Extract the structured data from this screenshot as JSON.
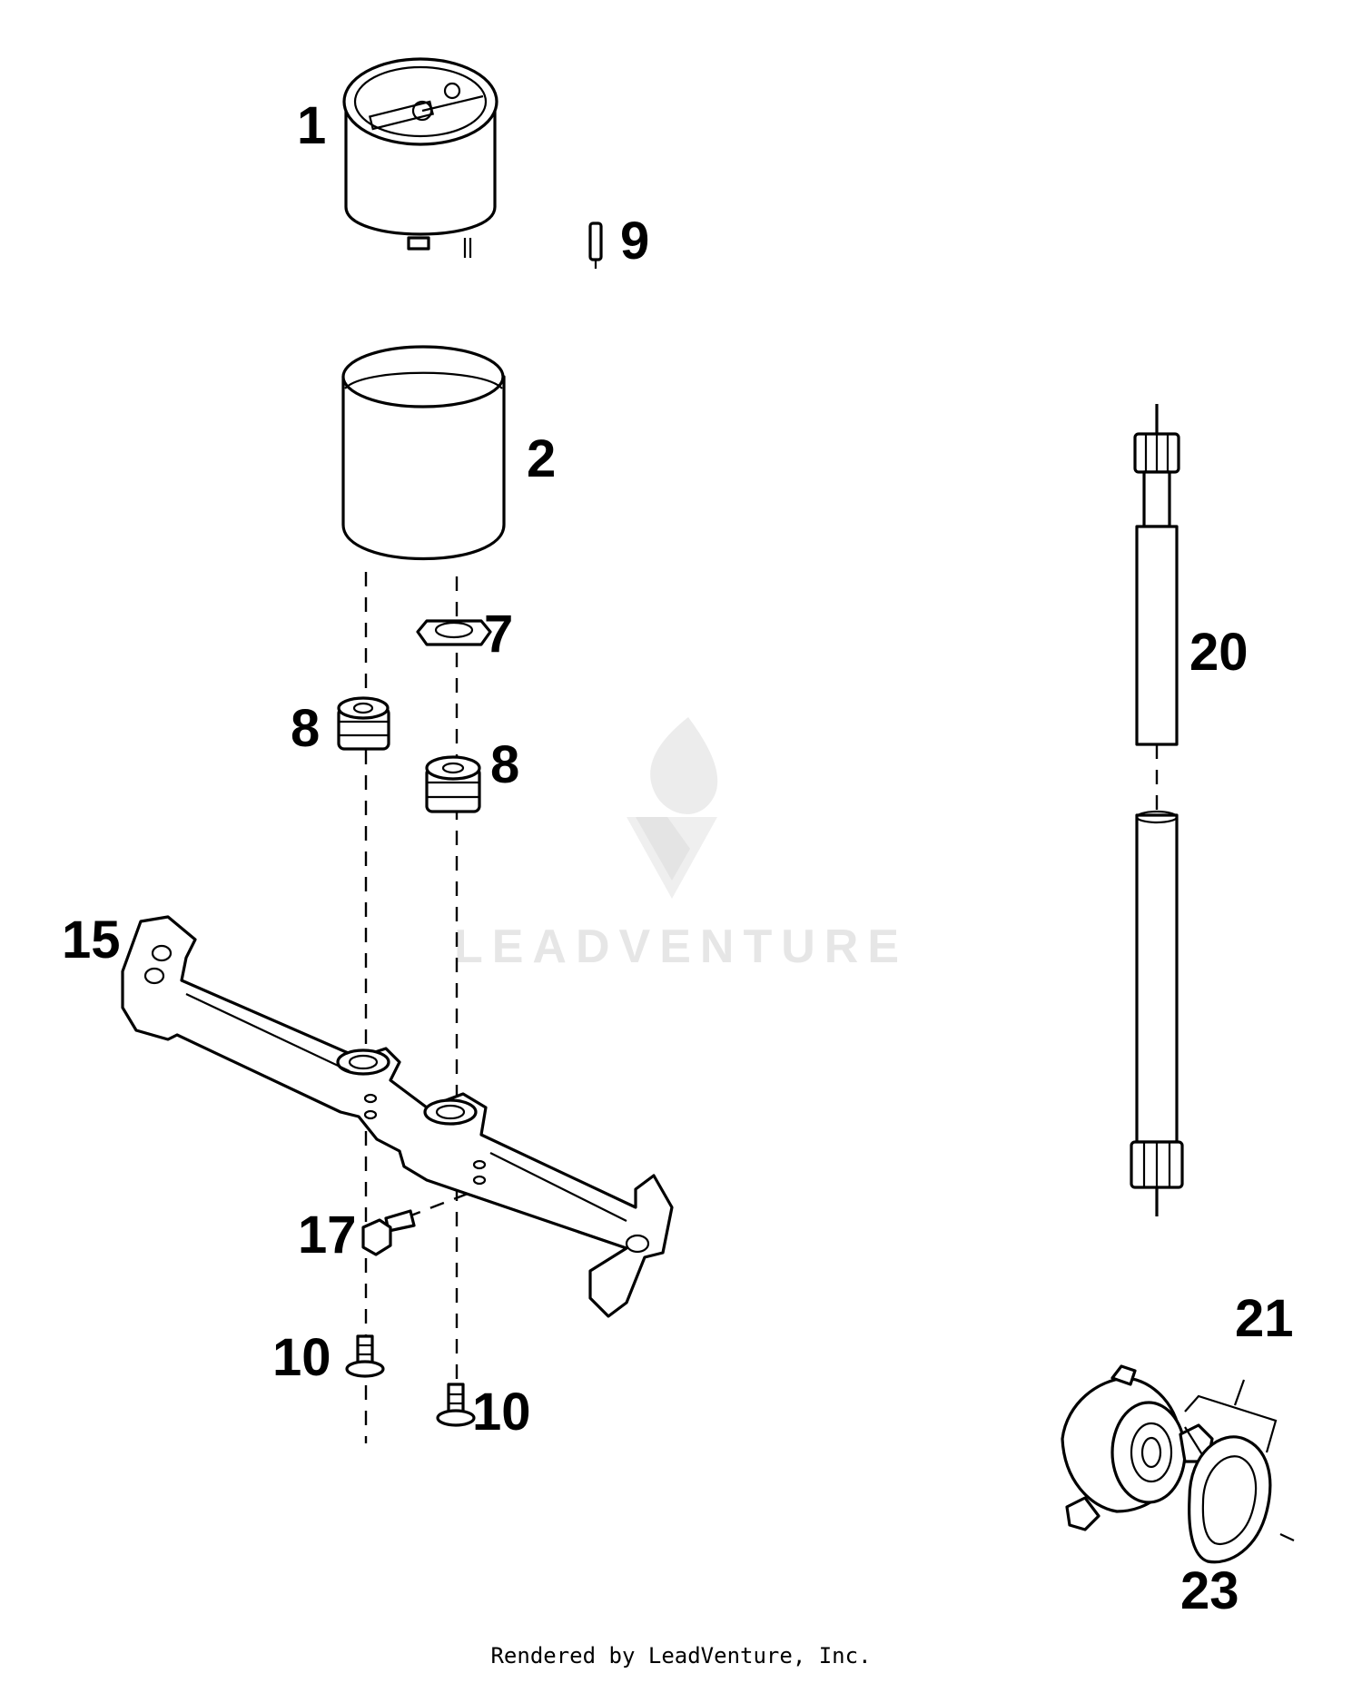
{
  "callouts": {
    "c1": "1",
    "c2": "2",
    "c7": "7",
    "c8a": "8",
    "c8b": "8",
    "c9": "9",
    "c10a": "10",
    "c10b": "10",
    "c15": "15",
    "c17": "17",
    "c20": "20",
    "c21": "21",
    "c23": "23"
  },
  "watermark": {
    "text": "LEADVENTURE"
  },
  "footer": {
    "text": "Rendered by LeadVenture, Inc."
  }
}
